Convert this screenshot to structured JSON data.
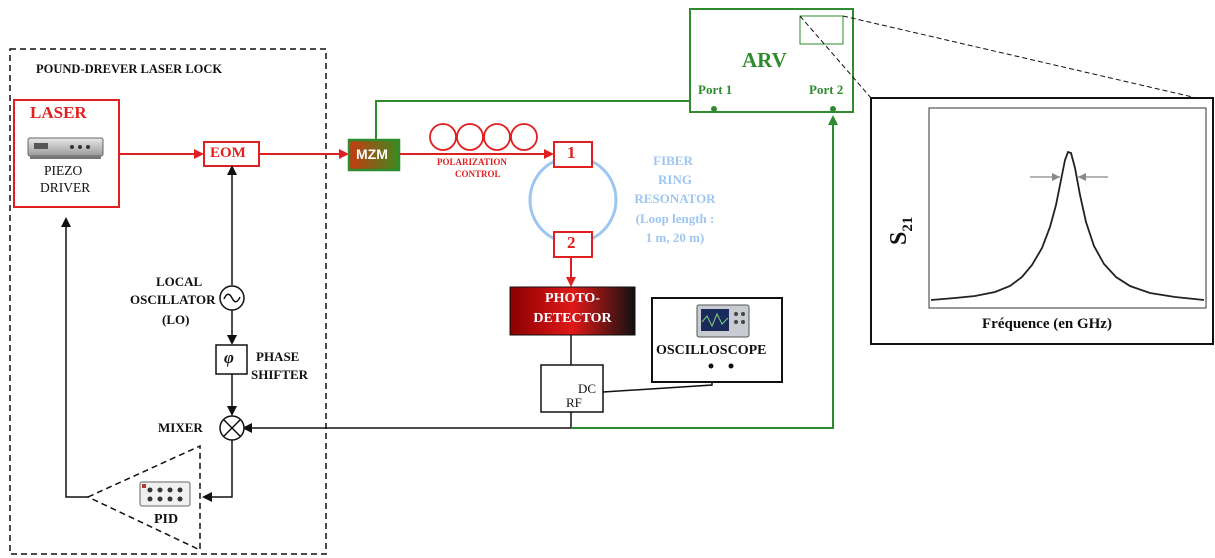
{
  "pdh": {
    "title": "POUND-DREVER LASER LOCK"
  },
  "laser": {
    "title": "LASER",
    "piezo": "PIEZO",
    "driver": "DRIVER"
  },
  "eom": {
    "label": "EOM"
  },
  "mzm": {
    "label": "MZM"
  },
  "polarization": {
    "line1": "POLARIZATION",
    "line2": "CONTROL"
  },
  "resonator": {
    "port1": "1",
    "port2": "2",
    "line1": "FIBER",
    "line2": "RING",
    "line3": "RESONATOR",
    "line4": "(Loop length :",
    "line5": "1 m, 20 m)"
  },
  "lo": {
    "line1": "LOCAL",
    "line2": "OSCILLATOR",
    "line3": "(LO)"
  },
  "phase": {
    "symbol": "φ",
    "line1": "PHASE",
    "line2": "SHIFTER"
  },
  "mixer": {
    "label": "MIXER",
    "symbol": "⊗"
  },
  "pid": {
    "label": "PID"
  },
  "photodetector": {
    "line1": "PHOTO-",
    "line2": "DETECTOR"
  },
  "bias_tee": {
    "dc": "DC",
    "rf": "RF"
  },
  "oscilloscope": {
    "label": "OSCILLOSCOPE"
  },
  "arv": {
    "title": "ARV",
    "port1": "Port 1",
    "port2": "Port 2"
  },
  "inset": {
    "ylabel_main": "S",
    "ylabel_sub": "21",
    "xlabel": "Fréquence (en GHz)"
  },
  "colors": {
    "red": "#e02020",
    "green": "#2e8b2e",
    "blue": "#9ec6f0",
    "black": "#111111"
  }
}
